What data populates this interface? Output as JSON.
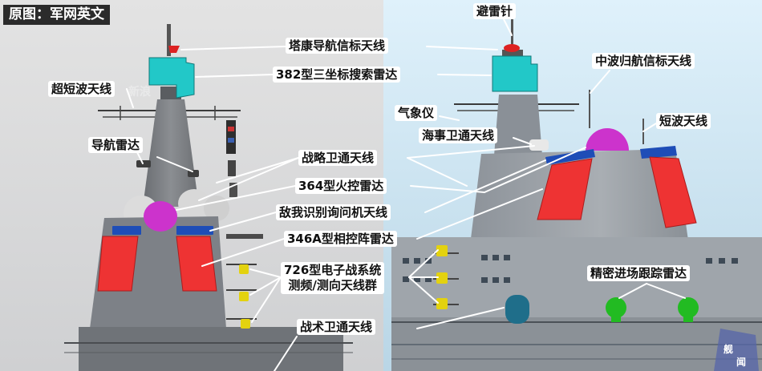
{
  "header": {
    "source_label": "原图：军网英文"
  },
  "colors": {
    "search_radar": "#22c8c8",
    "fire_control_radar": "#cc33cc",
    "phased_array": "#ee3333",
    "iff_antenna": "#1e4db7",
    "ew_antenna": "#e3d20f",
    "tactical_satcom": "#1f6e8a",
    "precision_approach": "#22bb22",
    "beacon": "#dd2222"
  },
  "labels": {
    "lightning_rod": "避雷针",
    "tacan": "塔康导航信标天线",
    "radar_382": "382型三坐标搜索雷达",
    "mf_homing": "中波归航信标天线",
    "vhf": "超短波天线",
    "meteo": "气象仪",
    "maritime_satcom": "海事卫通天线",
    "hf": "短波天线",
    "nav_radar": "导航雷达",
    "strategic_satcom": "战略卫通天线",
    "radar_364": "364型火控雷达",
    "iff": "敌我识别询问机天线",
    "radar_346a": "346A型相控阵雷达",
    "ew_726_line1": "726型电子战系统",
    "ew_726_line2": "测频/测向天线群",
    "precision_approach": "精密进场跟踪雷达",
    "tactical_satcom": "战术卫通天线"
  },
  "watermarks": {
    "left": "新浪",
    "logo_top": "舰",
    "logo_bottom": "闻"
  }
}
